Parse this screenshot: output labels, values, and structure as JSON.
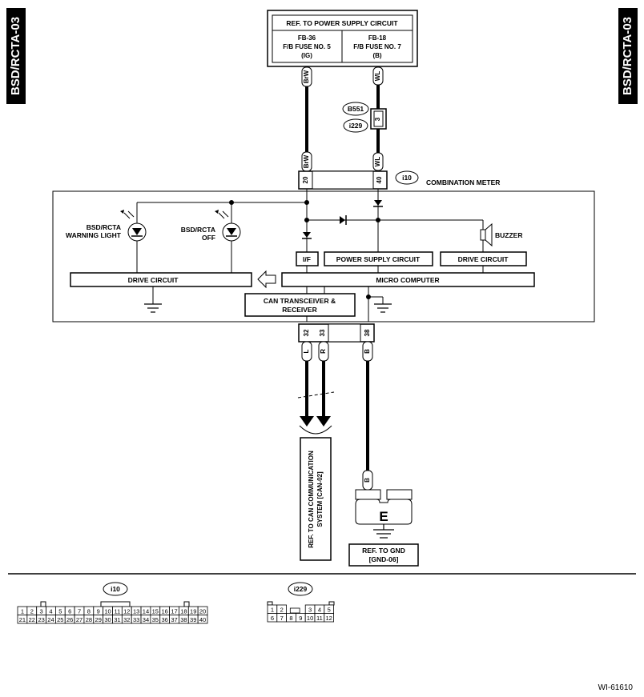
{
  "side_tab": "BSD/RCTA-03",
  "power_supply": {
    "title": "REF. TO POWER SUPPLY CIRCUIT",
    "fuse_left": [
      "FB-36",
      "F/B FUSE NO. 5",
      "(IG)"
    ],
    "fuse_right": [
      "FB-18",
      "F/B FUSE NO. 7",
      "(B)"
    ]
  },
  "wires": {
    "brw": "BrW",
    "wl": "WL",
    "l": "L",
    "r": "R",
    "b": "B"
  },
  "connectors": {
    "b551": "B551",
    "i229": "i229",
    "i10": "i10",
    "pin_3": "3",
    "pin_20": "20",
    "pin_40": "40",
    "pin_32": "32",
    "pin_33": "33",
    "pin_38": "38"
  },
  "meter": {
    "label": "COMBINATION METER",
    "warning_light": [
      "BSD/RCTA",
      "WARNING LIGHT"
    ],
    "off_light": [
      "BSD/RCTA",
      "OFF"
    ],
    "buzzer": "BUZZER",
    "if": "I/F",
    "power_supply_circuit": "POWER SUPPLY CIRCUIT",
    "drive_circuit_right": "DRIVE CIRCUIT",
    "drive_circuit_left": "DRIVE CIRCUIT",
    "micro_computer": "MICRO COMPUTER",
    "can_transceiver": [
      "CAN TRANSCEIVER &",
      "RECEIVER"
    ]
  },
  "can_ref": [
    "REF. TO CAN COMMUNICATION",
    "SYSTEM [CAN-02]"
  ],
  "ground": {
    "symbol": "E",
    "ref": [
      "REF. TO GND",
      "[GND-06]"
    ]
  },
  "connector_views": {
    "i10": {
      "label": "i10",
      "row1": [
        "1",
        "2",
        "3",
        "4",
        "5",
        "6",
        "7",
        "8",
        "9",
        "10",
        "11",
        "12",
        "13",
        "14",
        "15",
        "16",
        "17",
        "18",
        "19",
        "20"
      ],
      "row2": [
        "21",
        "22",
        "23",
        "24",
        "25",
        "26",
        "27",
        "28",
        "29",
        "30",
        "31",
        "32",
        "33",
        "34",
        "35",
        "36",
        "37",
        "38",
        "39",
        "40"
      ]
    },
    "i229": {
      "label": "i229",
      "row1": [
        "1",
        "2",
        "",
        "3",
        "4",
        "5"
      ],
      "row2": [
        "6",
        "7",
        "8",
        "9",
        "10",
        "11",
        "12"
      ]
    }
  },
  "footer_code": "WI-61610"
}
